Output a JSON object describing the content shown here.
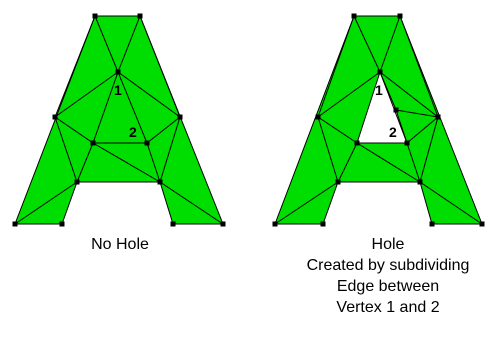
{
  "colors": {
    "fill": "#00dd00",
    "edge": "#000000",
    "background": "#ffffff"
  },
  "left_figure": {
    "vertex_1_label": "1",
    "vertex_2_label": "2",
    "caption": "No Hole"
  },
  "right_figure": {
    "vertex_1_label": "1",
    "vertex_2_label": "2",
    "caption_lines": [
      "Hole",
      "Created by subdividing",
      "Edge between",
      "Vertex 1 and 2"
    ]
  }
}
